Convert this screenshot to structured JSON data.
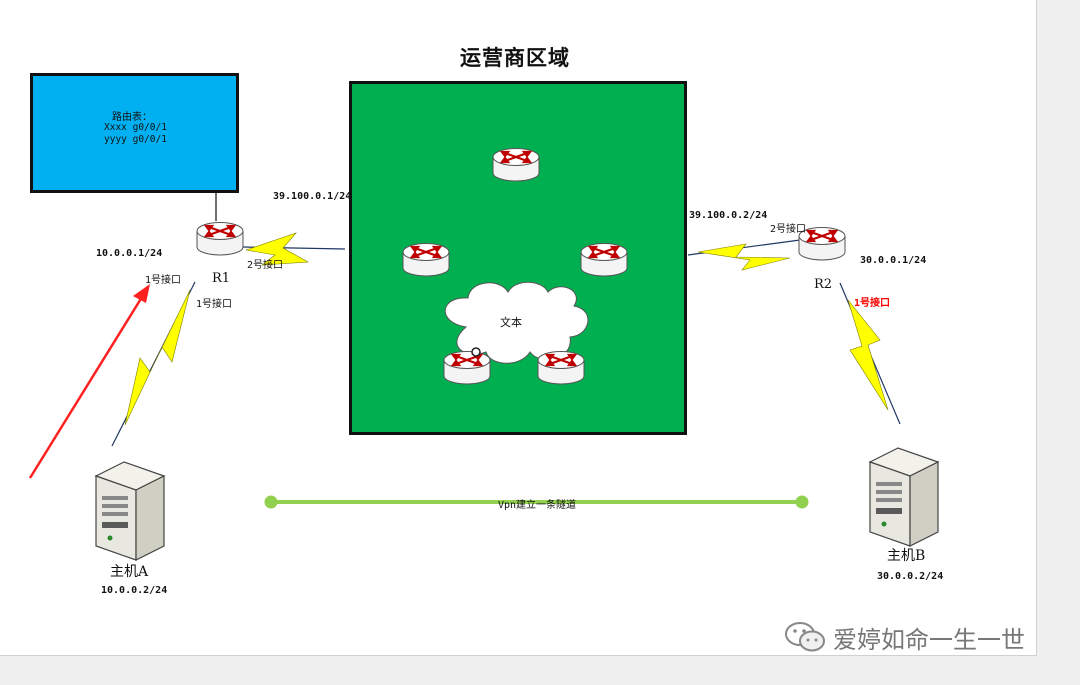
{
  "diagram": {
    "title": "运营商区域",
    "routing_table": {
      "title": "路由表：",
      "entries": [
        "Xxxx g0/0/1",
        "yyyy g0/0/1"
      ]
    },
    "r1": {
      "name": "R1",
      "wan_ip": "39.100.0.1/24",
      "lan_ip": "10.0.0.1/24",
      "port1": "1号接口",
      "port1_bottom": "1号接口",
      "port2": "2号接口"
    },
    "r2": {
      "name": "R2",
      "wan_ip": "39.100.0.2/24",
      "lan_ip": "30.0.0.1/24",
      "port1": "1号接口",
      "port2": "2号接口"
    },
    "host_a": {
      "name": "主机A",
      "ip": "10.0.0.2/24"
    },
    "host_b": {
      "name": "主机B",
      "ip": "30.0.0.2/24"
    },
    "cloud_text": "文本",
    "tunnel_label": "Vpn建立一条隧道",
    "watermark": "爱婷如命一生一世",
    "colors": {
      "carrier_area": "#00b050",
      "routing_table_box": "#00b0f0",
      "tunnel": "#92d050",
      "lightning": "#ffff00",
      "arrow": "#ff0000",
      "port_highlight": "#ff0000"
    }
  }
}
